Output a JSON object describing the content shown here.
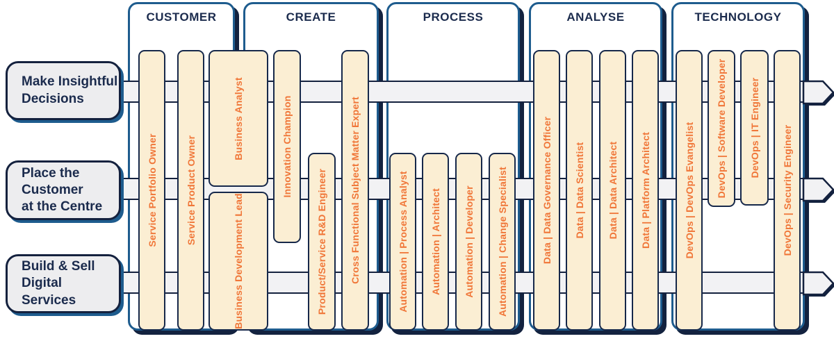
{
  "title": "Digital capability value stream map",
  "colors": {
    "panel_border_blue": "#1E5C8E",
    "shadow_navy": "#13223F",
    "bar_fill": "#FBEED3",
    "bar_border": "#16284A",
    "bar_text_orange": "#F07638",
    "band_fill": "#F2F2F4",
    "lane_fill": "#EDEDEF",
    "heading_navy": "#1B2B4D"
  },
  "lanes": [
    {
      "line1": "Make Insightful",
      "line2": "Decisions"
    },
    {
      "line1": "Place the Customer",
      "line2": "at the Centre"
    },
    {
      "line1": "Build & Sell",
      "line2": "Digital Services"
    }
  ],
  "columns": [
    {
      "header": "CUSTOMER",
      "roles": [
        {
          "label": "Service Portfolio Owner"
        },
        {
          "label": "Service Product Owner"
        },
        {
          "label": "Business Analyst"
        },
        {
          "label": "Business Development Lead"
        }
      ]
    },
    {
      "header": "CREATE",
      "roles": [
        {
          "label": "Innovation Champion"
        },
        {
          "label": "Product/Service R&D Engineer"
        },
        {
          "label": "Cross Functional Subject Matter Expert"
        }
      ]
    },
    {
      "header": "PROCESS",
      "roles": [
        {
          "label": "Automation | Process Analyst"
        },
        {
          "label": "Automation | Architect"
        },
        {
          "label": "Automation | Developer"
        },
        {
          "label": "Automation | Change Specialist"
        }
      ]
    },
    {
      "header": "ANALYSE",
      "roles": [
        {
          "label": "Data | Data Governance Officer"
        },
        {
          "label": "Data | Data Scientist"
        },
        {
          "label": "Data | Data Architect"
        },
        {
          "label": "Data | Platform Architect"
        }
      ]
    },
    {
      "header": "TECHNOLOGY",
      "roles": [
        {
          "label": "DevOps | DevOps Evangelist"
        },
        {
          "label": "DevOps | Software Developer"
        },
        {
          "label": "DevOps | IT Engineer"
        },
        {
          "label": "DevOps | Security Engineer"
        }
      ]
    }
  ]
}
